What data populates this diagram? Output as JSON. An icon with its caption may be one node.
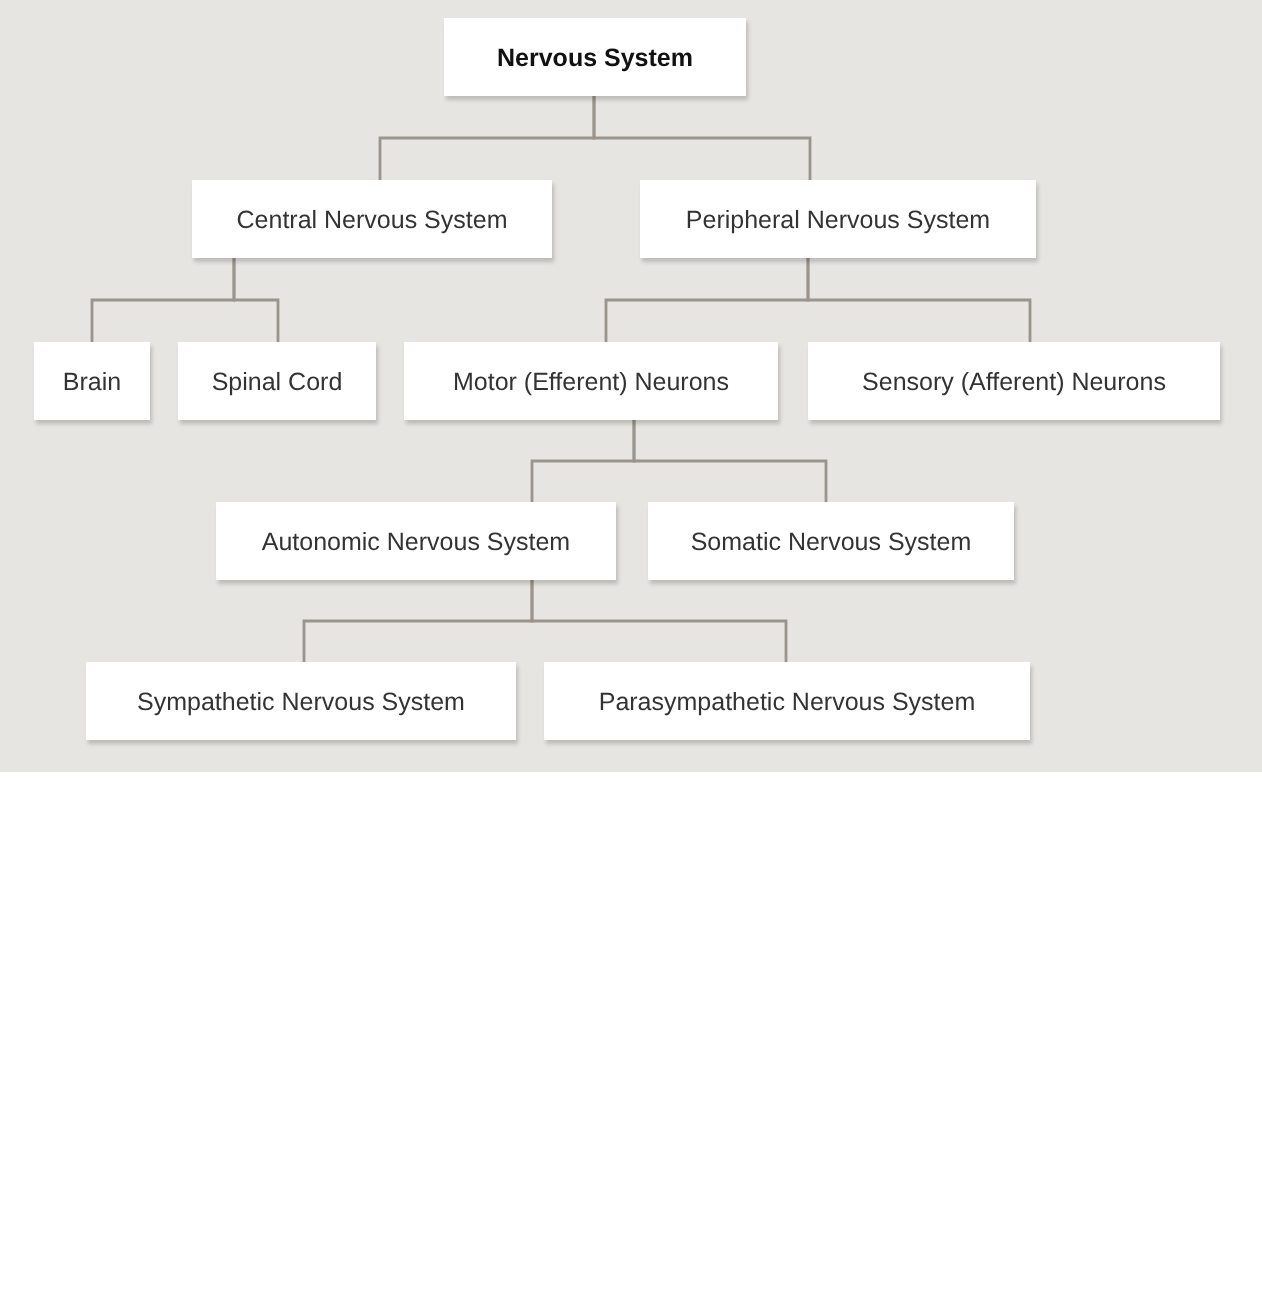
{
  "diagram": {
    "nodes": [
      {
        "text": [
          "Nervous System"
        ]
      },
      {
        "text": [
          "Central Nervous System"
        ]
      },
      {
        "text": [
          "Peripheral Nervous System"
        ]
      },
      {
        "text": [
          "Brain"
        ]
      },
      {
        "text": [
          "Spinal Cord"
        ]
      },
      {
        "text": [
          "Motor (Efferent) Neurons"
        ]
      },
      {
        "text": [
          "Sensory (Afferent) Neurons"
        ]
      },
      {
        "text": [
          "Autonomic Nervous System"
        ]
      },
      {
        "text": [
          "Somatic Nervous System"
        ]
      },
      {
        "text": [
          "Sympathetic Nervous System"
        ]
      },
      {
        "text": [
          "Parasympathetic Nervous System"
        ]
      }
    ],
    "edges": [
      {
        "from": 0,
        "to": 1,
        "arrow": "none"
      },
      {
        "from": 0,
        "to": 2,
        "arrow": "none"
      },
      {
        "from": 1,
        "to": 3,
        "arrow": "none"
      },
      {
        "from": 1,
        "to": 4,
        "arrow": "none"
      },
      {
        "from": 2,
        "to": 5,
        "arrow": "none"
      },
      {
        "from": 2,
        "to": 6,
        "arrow": "none"
      },
      {
        "from": 5,
        "to": 7,
        "arrow": "none"
      },
      {
        "from": 5,
        "to": 8,
        "arrow": "none"
      },
      {
        "from": 7,
        "to": 9,
        "arrow": "none"
      },
      {
        "from": 7,
        "to": 10,
        "arrow": "none"
      }
    ]
  }
}
